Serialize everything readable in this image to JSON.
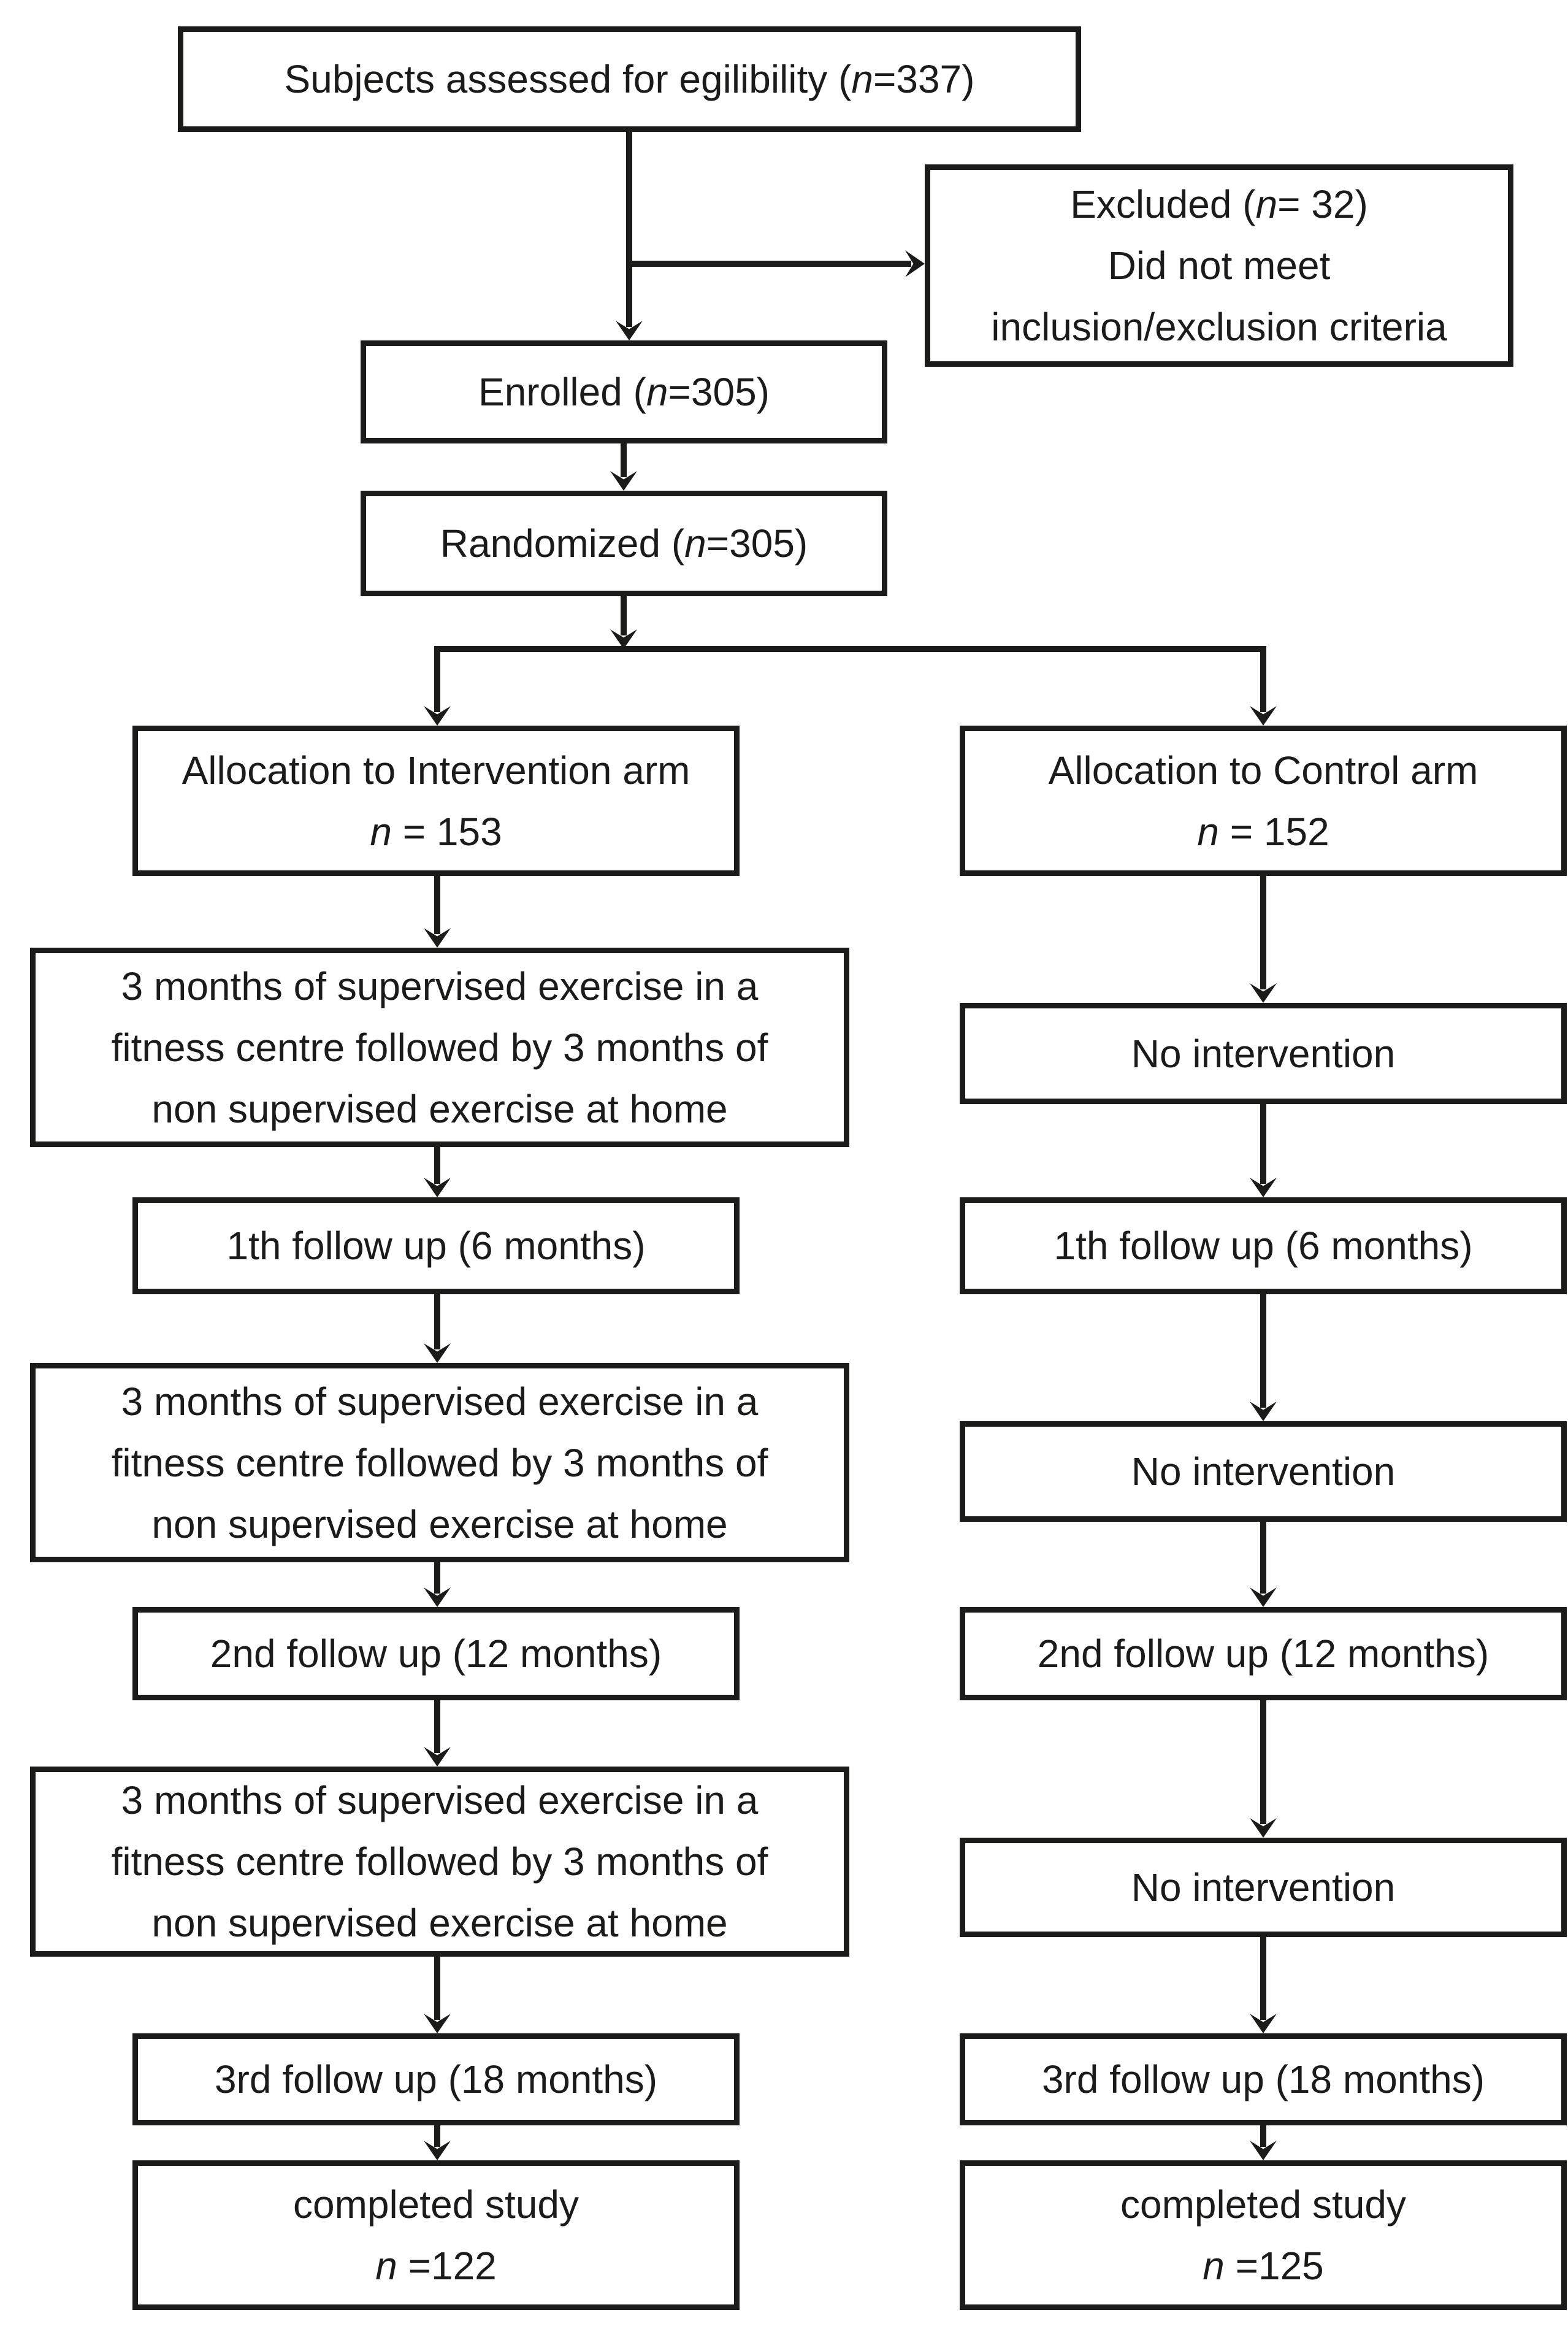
{
  "diagram_type": "study-flow-chart",
  "colors": {
    "ink": "#1b1b19",
    "background": "#ffffff"
  },
  "boxes": {
    "eligibility": {
      "lines": [
        "Subjects assessed for egilibility (n=337)"
      ]
    },
    "excluded": {
      "lines": [
        "Excluded (n= 32)",
        "Did not meet",
        "inclusion/exclusion criteria"
      ]
    },
    "enrolled": {
      "lines": [
        "Enrolled (n=305)"
      ]
    },
    "randomized": {
      "lines": [
        "Randomized (n=305)"
      ]
    },
    "alloc_intervention": {
      "lines": [
        "Allocation to Intervention arm",
        "n = 153"
      ]
    },
    "alloc_control": {
      "lines": [
        "Allocation to Control arm",
        "n = 152"
      ]
    },
    "intervention_phase": {
      "lines": [
        "3 months of supervised exercise in a",
        "fitness centre followed by 3 months of",
        "non supervised exercise at home"
      ]
    },
    "no_intervention": {
      "lines": [
        "No intervention"
      ]
    },
    "followup1": {
      "lines": [
        "1th follow up (6 months)"
      ]
    },
    "followup2": {
      "lines": [
        "2nd follow up (12 months)"
      ]
    },
    "followup3": {
      "lines": [
        "3rd follow up (18 months)"
      ]
    },
    "completed_intervention": {
      "lines": [
        "completed study",
        "n =122"
      ]
    },
    "completed_control": {
      "lines": [
        "completed study",
        "n =125"
      ]
    }
  },
  "edges": [
    {
      "from": "eligibility",
      "to": "excluded"
    },
    {
      "from": "eligibility",
      "to": "enrolled"
    },
    {
      "from": "enrolled",
      "to": "randomized"
    },
    {
      "from": "randomized",
      "to": "alloc_intervention"
    },
    {
      "from": "randomized",
      "to": "alloc_control"
    },
    {
      "from": "alloc_intervention",
      "to": "intervention_phase_1"
    },
    {
      "from": "alloc_control",
      "to": "no_intervention_1"
    },
    {
      "from": "intervention_phase_1",
      "to": "followup1_intervention"
    },
    {
      "from": "no_intervention_1",
      "to": "followup1_control"
    },
    {
      "from": "followup1_intervention",
      "to": "intervention_phase_2"
    },
    {
      "from": "followup1_control",
      "to": "no_intervention_2"
    },
    {
      "from": "intervention_phase_2",
      "to": "followup2_intervention"
    },
    {
      "from": "no_intervention_2",
      "to": "followup2_control"
    },
    {
      "from": "followup2_intervention",
      "to": "intervention_phase_3"
    },
    {
      "from": "followup2_control",
      "to": "no_intervention_3"
    },
    {
      "from": "intervention_phase_3",
      "to": "followup3_intervention"
    },
    {
      "from": "no_intervention_3",
      "to": "followup3_control"
    },
    {
      "from": "followup3_intervention",
      "to": "completed_intervention"
    },
    {
      "from": "followup3_control",
      "to": "completed_control"
    }
  ]
}
